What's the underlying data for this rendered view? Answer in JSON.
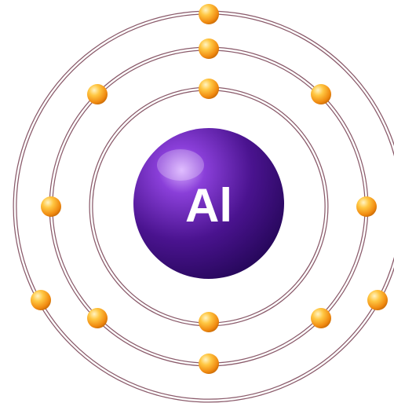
{
  "nucleus": {
    "symbol": "Al",
    "color": "#3d0c80"
  },
  "orbit_color": "#8a5a6a",
  "electron_color": "#f7a01a",
  "shells": [
    {
      "electrons": 2
    },
    {
      "electrons": 8
    },
    {
      "electrons": 3
    }
  ]
}
